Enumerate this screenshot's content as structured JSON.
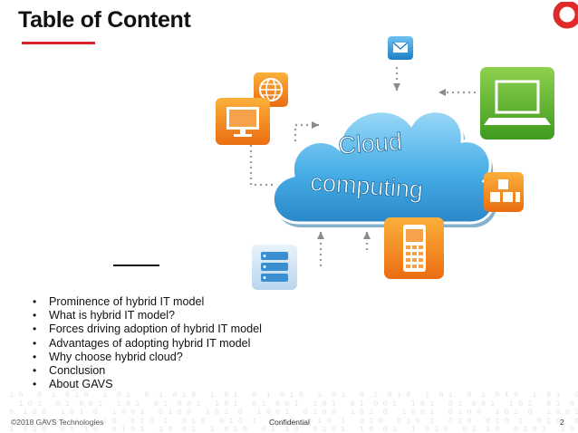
{
  "slide": {
    "title": "Table of Content",
    "bullets": [
      "Prominence of hybrid IT model",
      "What is hybrid IT model?",
      "Forces driving adoption of hybrid IT model",
      "Advantages of adopting hybrid IT model",
      "Why choose hybrid cloud?",
      "Conclusion",
      "About GAVS"
    ]
  },
  "graphic": {
    "cloud_line1": "Cloud",
    "cloud_line2": "computing",
    "icons": [
      "globe-icon",
      "monitor-icon",
      "mail-icon",
      "laptop-icon",
      "blocks-icon",
      "mobile-phone-icon",
      "server-icon"
    ]
  },
  "footer": {
    "copyright": "©2018 GAVS Technologies",
    "confidential": "Confidential",
    "page_number": "2"
  },
  "colors": {
    "accent": "#d9242b",
    "title": "#111111",
    "cloud": "#4fb3ea",
    "orange_tiles": "#f08a1e",
    "green_tile": "#5cb82e",
    "blue_tile": "#3aa0de"
  }
}
